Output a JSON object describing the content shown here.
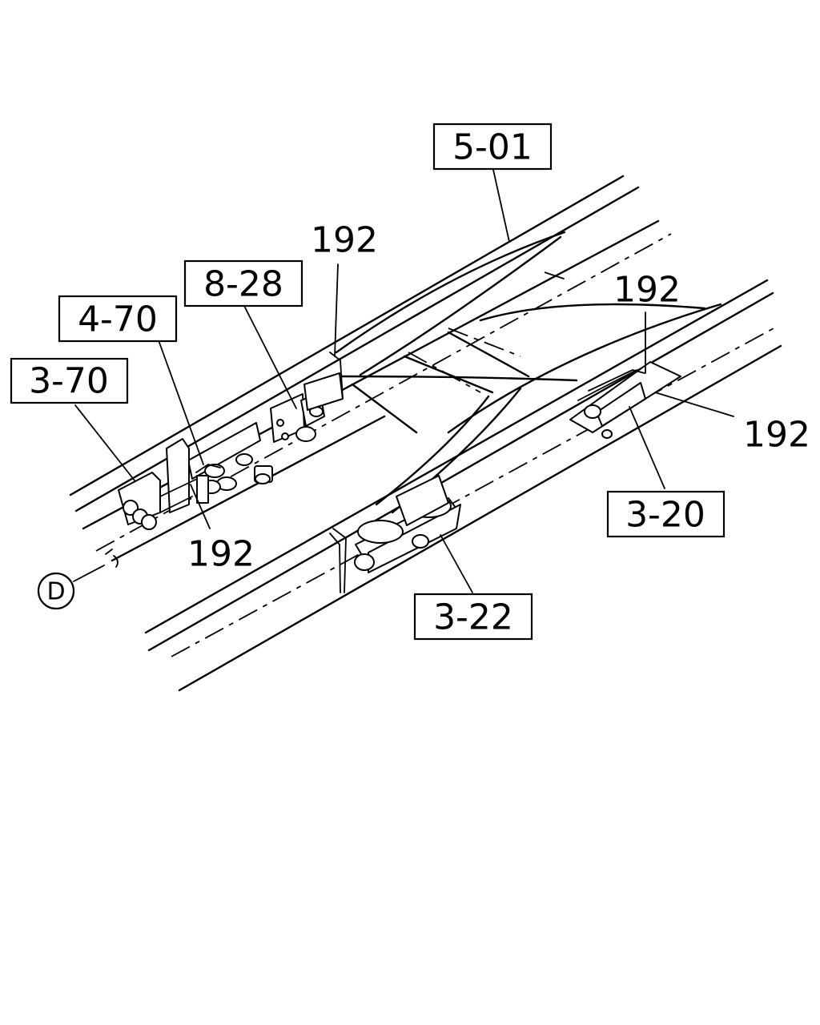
{
  "callouts": {
    "frame": "5-01",
    "crossmember_bracket": "8-28",
    "valve_unit": "4-70",
    "rear_fitting": "3-70",
    "side_bracket": "3-20",
    "tank_mount": "3-22"
  },
  "part_numbers": {
    "upper": "192",
    "right_upper": "192",
    "right_lower": "192",
    "left_lower": "192"
  },
  "markers": {
    "view_ref": "D"
  }
}
